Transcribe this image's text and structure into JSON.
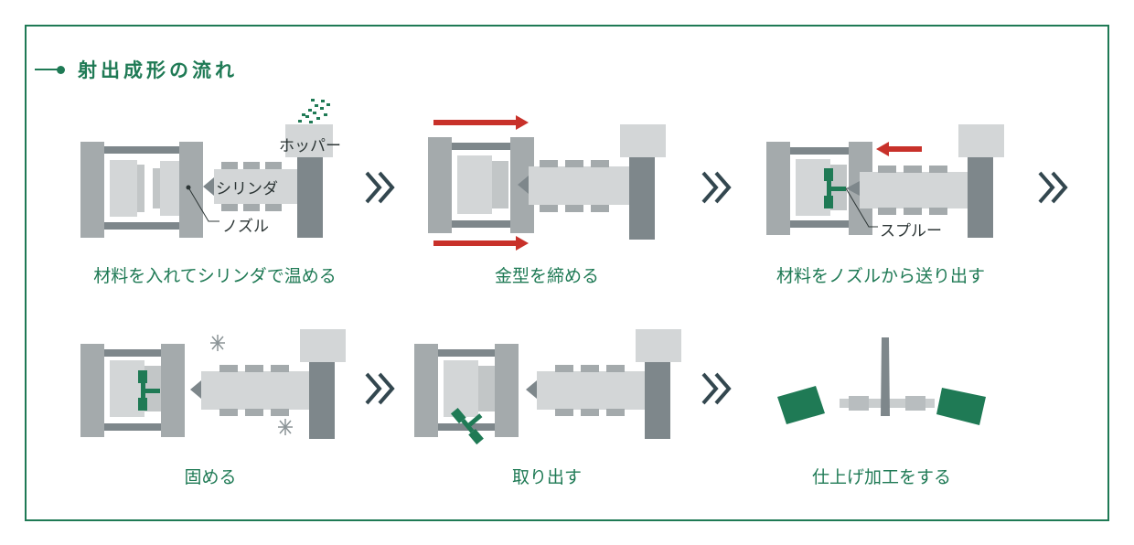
{
  "title": "射出成形の流れ",
  "colors": {
    "accent": "#1f7a55",
    "arrow_red": "#c8312a",
    "machine_dark": "#7e878b",
    "machine_mid": "#a4aaac",
    "machine_light": "#d3d6d7",
    "chevron": "#33474f"
  },
  "labels": {
    "hopper": "ホッパー",
    "cylinder": "シリンダ",
    "nozzle": "ノズル",
    "sprue": "スプルー"
  },
  "steps": [
    {
      "caption": "材料を入れてシリンダで温める"
    },
    {
      "caption": "金型を締める"
    },
    {
      "caption": "材料をノズルから送り出す"
    },
    {
      "caption": "固める"
    },
    {
      "caption": "取り出す"
    },
    {
      "caption": "仕上げ加工をする"
    }
  ],
  "icons": [
    "pellets-icon",
    "red-arrow-icon",
    "snowflake-icon",
    "chevron-right-icon"
  ]
}
